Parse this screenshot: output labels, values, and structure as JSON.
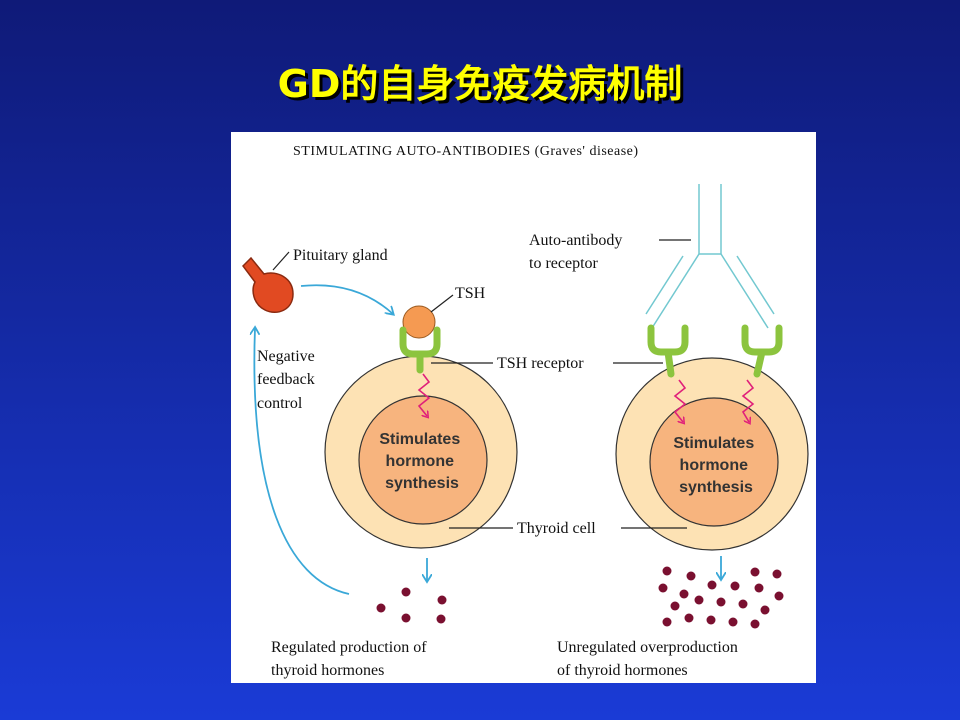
{
  "slide": {
    "title": "GD的自身免疫发病机制"
  },
  "figure": {
    "caption": "STIMULATING AUTO-ANTIBODIES (Graves' disease)",
    "pituitary_label": "Pituitary gland",
    "tsh_label": "TSH",
    "tsh_receptor_label": "TSH receptor",
    "autoantibody_label": [
      "Auto-antibody",
      "to receptor"
    ],
    "negative_feedback_label": [
      "Negative",
      "feedback",
      "control"
    ],
    "stimulates_label": [
      "Stimulates",
      "hormone",
      "synthesis"
    ],
    "thyroid_cell_label": "Thyroid cell",
    "regulated_label": [
      "Regulated production of",
      "thyroid hormones"
    ],
    "unregulated_label": [
      "Unregulated overproduction",
      "of thyroid hormones"
    ]
  },
  "colors": {
    "title": "#ffff00",
    "cell_outer": "#fde2b4",
    "cell_inner": "#f7b47e",
    "receptor": "#8cc43e",
    "tsh": "#f59a52",
    "pituitary": "#e14a22",
    "antibody": "#72c8d0",
    "arrow": "#3aa8d8",
    "signal": "#e0207a",
    "hormone": "#7a1030"
  }
}
